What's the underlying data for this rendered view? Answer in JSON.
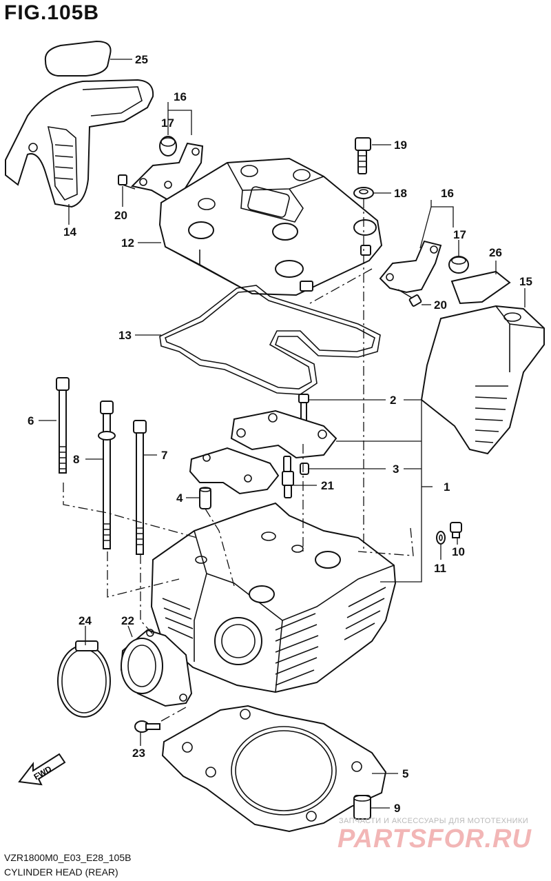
{
  "figure": {
    "title": "FIG.105B",
    "code": "VZR1800M0_E03_E28_105B",
    "name": "CYLINDER HEAD (REAR)",
    "fwd_label": "FWD"
  },
  "callouts": [
    "1",
    "2",
    "3",
    "4",
    "5",
    "6",
    "7",
    "8",
    "9",
    "10",
    "11",
    "12",
    "13",
    "14",
    "15",
    "16",
    "17",
    "18",
    "19",
    "20",
    "21",
    "22",
    "23",
    "24",
    "25",
    "26"
  ],
  "callout_20_second": "20",
  "callout_16_second": "16",
  "callout_17_second": "17",
  "watermark": {
    "tagline": "ЗАПЧАСТИ И АКСЕССУАРЫ ДЛЯ МОТОТЕХНИКИ",
    "brand": "PARTSFOR.RU"
  }
}
